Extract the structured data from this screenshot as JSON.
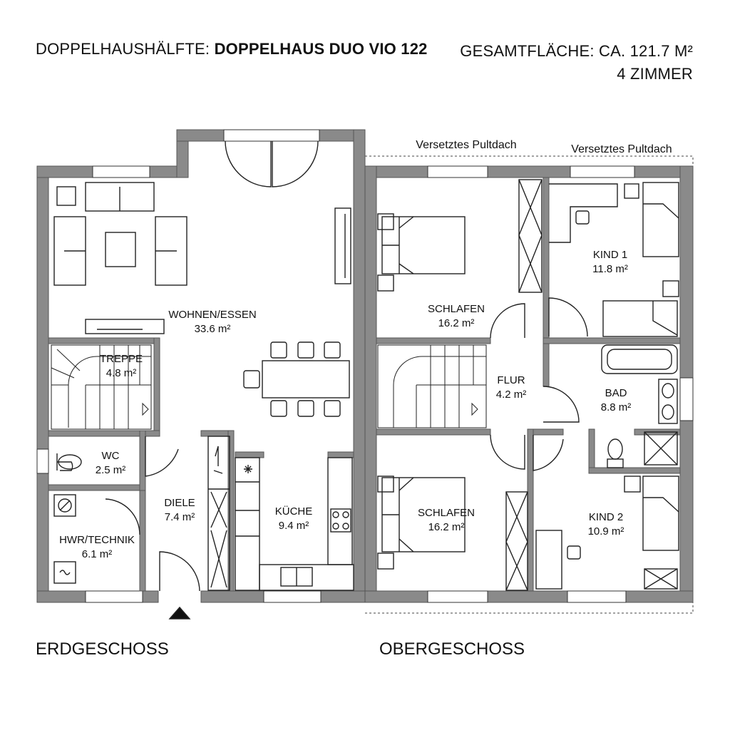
{
  "header": {
    "prefix": "DOPPELHAUSHÄLFTE: ",
    "model": "DOPPELHAUS DUO VIO 122",
    "area": "GESAMTFLÄCHE: CA. 121.7 M²",
    "rooms_count": "4 ZIMMER"
  },
  "floors": {
    "ground": "ERDGESCHOSS",
    "upper": "OBERGESCHOSS"
  },
  "roof_labels": [
    "Versetztes Pultdach",
    "Versetztes Pultdach"
  ],
  "rooms": {
    "wohnen": {
      "name": "WOHNEN/ESSEN",
      "area": "33.6 m²"
    },
    "treppe": {
      "name": "TREPPE",
      "area": "4.8 m²"
    },
    "wc": {
      "name": "WC",
      "area": "2.5 m²"
    },
    "diele": {
      "name": "DIELE",
      "area": "7.4 m²"
    },
    "kueche": {
      "name": "KÜCHE",
      "area": "9.4 m²"
    },
    "hwr": {
      "name": "HWR/TECHNIK",
      "area": "6.1 m²"
    },
    "schlafen1": {
      "name": "SCHLAFEN",
      "area": "16.2 m²"
    },
    "kind1": {
      "name": "KIND 1",
      "area": "11.8 m²"
    },
    "flur": {
      "name": "FLUR",
      "area": "4.2 m²"
    },
    "bad": {
      "name": "BAD",
      "area": "8.8 m²"
    },
    "schlafen2": {
      "name": "SCHLAFEN",
      "area": "16.2 m²"
    },
    "kind2": {
      "name": "KIND 2",
      "area": "10.9 m²"
    }
  },
  "colors": {
    "wall": "#8a8a8a",
    "line": "#222222"
  }
}
